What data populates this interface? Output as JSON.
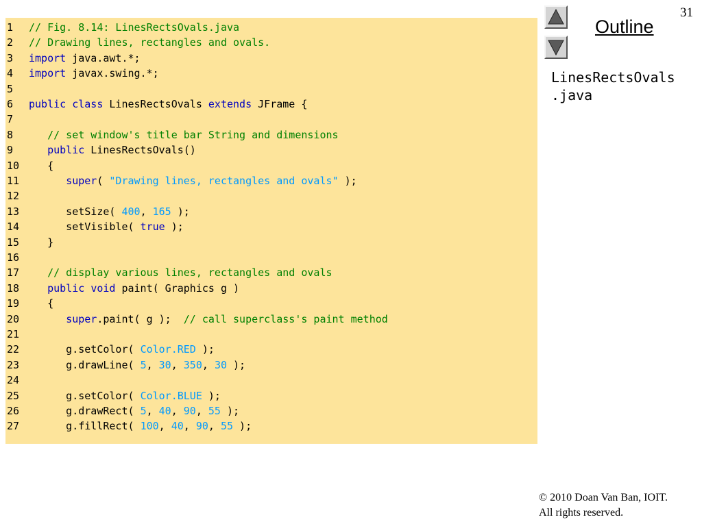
{
  "slide": {
    "page_number": "31",
    "outline_label": "Outline",
    "file_name_lines": [
      "LinesRectsOvals",
      ".java"
    ],
    "copyright_lines": [
      "© 2010 Doan Van Ban, IOIT.",
      "All rights reserved."
    ],
    "nav": {
      "up_icon": "triangle-up-icon",
      "down_icon": "triangle-down-icon"
    }
  },
  "colors": {
    "code_background": "#fde49b",
    "keyword": "#0000c0",
    "comment": "#008000",
    "literal": "#0099ff",
    "plain": "#000000"
  },
  "code_lines": [
    {
      "num": "1",
      "tokens": [
        {
          "t": "// Fig. 8.14: LinesRectsOvals.java",
          "c": "comment"
        }
      ]
    },
    {
      "num": "2",
      "tokens": [
        {
          "t": "// Drawing lines, rectangles and ovals.",
          "c": "comment"
        }
      ]
    },
    {
      "num": "3",
      "tokens": [
        {
          "t": "import",
          "c": "kw"
        },
        {
          "t": " java.awt.*;",
          "c": "plain"
        }
      ]
    },
    {
      "num": "4",
      "tokens": [
        {
          "t": "import",
          "c": "kw"
        },
        {
          "t": " javax.swing.*;",
          "c": "plain"
        }
      ]
    },
    {
      "num": "5",
      "tokens": []
    },
    {
      "num": "6",
      "tokens": [
        {
          "t": "public",
          "c": "kw"
        },
        {
          "t": " ",
          "c": "plain"
        },
        {
          "t": "class",
          "c": "kw"
        },
        {
          "t": " LinesRectsOvals ",
          "c": "plain"
        },
        {
          "t": "extends",
          "c": "kw"
        },
        {
          "t": " JFrame {",
          "c": "plain"
        }
      ]
    },
    {
      "num": "7",
      "tokens": []
    },
    {
      "num": "8",
      "tokens": [
        {
          "t": "   ",
          "c": "plain"
        },
        {
          "t": "// set window's title bar String and dimensions",
          "c": "comment"
        }
      ]
    },
    {
      "num": "9",
      "tokens": [
        {
          "t": "   ",
          "c": "plain"
        },
        {
          "t": "public",
          "c": "kw"
        },
        {
          "t": " LinesRectsOvals()",
          "c": "plain"
        }
      ]
    },
    {
      "num": "10",
      "tokens": [
        {
          "t": "   {",
          "c": "plain"
        }
      ]
    },
    {
      "num": "11",
      "tokens": [
        {
          "t": "      ",
          "c": "plain"
        },
        {
          "t": "super",
          "c": "kw"
        },
        {
          "t": "( ",
          "c": "plain"
        },
        {
          "t": "\"Drawing lines, rectangles and ovals\"",
          "c": "literal"
        },
        {
          "t": " );",
          "c": "plain"
        }
      ]
    },
    {
      "num": "12",
      "tokens": []
    },
    {
      "num": "13",
      "tokens": [
        {
          "t": "      setSize( ",
          "c": "plain"
        },
        {
          "t": "400",
          "c": "literal"
        },
        {
          "t": ", ",
          "c": "plain"
        },
        {
          "t": "165",
          "c": "literal"
        },
        {
          "t": " );",
          "c": "plain"
        }
      ]
    },
    {
      "num": "14",
      "tokens": [
        {
          "t": "      setVisible( ",
          "c": "plain"
        },
        {
          "t": "true",
          "c": "kw"
        },
        {
          "t": " );",
          "c": "plain"
        }
      ]
    },
    {
      "num": "15",
      "tokens": [
        {
          "t": "   }",
          "c": "plain"
        }
      ]
    },
    {
      "num": "16",
      "tokens": []
    },
    {
      "num": "17",
      "tokens": [
        {
          "t": "   ",
          "c": "plain"
        },
        {
          "t": "// display various lines, rectangles and ovals",
          "c": "comment"
        }
      ]
    },
    {
      "num": "18",
      "tokens": [
        {
          "t": "   ",
          "c": "plain"
        },
        {
          "t": "public",
          "c": "kw"
        },
        {
          "t": " ",
          "c": "plain"
        },
        {
          "t": "void",
          "c": "kw"
        },
        {
          "t": " paint( Graphics g )",
          "c": "plain"
        }
      ]
    },
    {
      "num": "19",
      "tokens": [
        {
          "t": "   {",
          "c": "plain"
        }
      ]
    },
    {
      "num": "20",
      "tokens": [
        {
          "t": "      ",
          "c": "plain"
        },
        {
          "t": "super",
          "c": "kw"
        },
        {
          "t": ".paint( g );  ",
          "c": "plain"
        },
        {
          "t": "// call superclass's paint method",
          "c": "comment"
        }
      ]
    },
    {
      "num": "21",
      "tokens": []
    },
    {
      "num": "22",
      "tokens": [
        {
          "t": "      g.setColor( ",
          "c": "plain"
        },
        {
          "t": "Color.RED",
          "c": "literal"
        },
        {
          "t": " );",
          "c": "plain"
        }
      ]
    },
    {
      "num": "23",
      "tokens": [
        {
          "t": "      g.drawLine( ",
          "c": "plain"
        },
        {
          "t": "5",
          "c": "literal"
        },
        {
          "t": ", ",
          "c": "plain"
        },
        {
          "t": "30",
          "c": "literal"
        },
        {
          "t": ", ",
          "c": "plain"
        },
        {
          "t": "350",
          "c": "literal"
        },
        {
          "t": ", ",
          "c": "plain"
        },
        {
          "t": "30",
          "c": "literal"
        },
        {
          "t": " );",
          "c": "plain"
        }
      ]
    },
    {
      "num": "24",
      "tokens": []
    },
    {
      "num": "25",
      "tokens": [
        {
          "t": "      g.setColor( ",
          "c": "plain"
        },
        {
          "t": "Color.BLUE",
          "c": "literal"
        },
        {
          "t": " );",
          "c": "plain"
        }
      ]
    },
    {
      "num": "26",
      "tokens": [
        {
          "t": "      g.drawRect( ",
          "c": "plain"
        },
        {
          "t": "5",
          "c": "literal"
        },
        {
          "t": ", ",
          "c": "plain"
        },
        {
          "t": "40",
          "c": "literal"
        },
        {
          "t": ", ",
          "c": "plain"
        },
        {
          "t": "90",
          "c": "literal"
        },
        {
          "t": ", ",
          "c": "plain"
        },
        {
          "t": "55",
          "c": "literal"
        },
        {
          "t": " );",
          "c": "plain"
        }
      ]
    },
    {
      "num": "27",
      "tokens": [
        {
          "t": "      g.fillRect( ",
          "c": "plain"
        },
        {
          "t": "100",
          "c": "literal"
        },
        {
          "t": ", ",
          "c": "plain"
        },
        {
          "t": "40",
          "c": "literal"
        },
        {
          "t": ", ",
          "c": "plain"
        },
        {
          "t": "90",
          "c": "literal"
        },
        {
          "t": ", ",
          "c": "plain"
        },
        {
          "t": "55",
          "c": "literal"
        },
        {
          "t": " );",
          "c": "plain"
        }
      ]
    }
  ]
}
